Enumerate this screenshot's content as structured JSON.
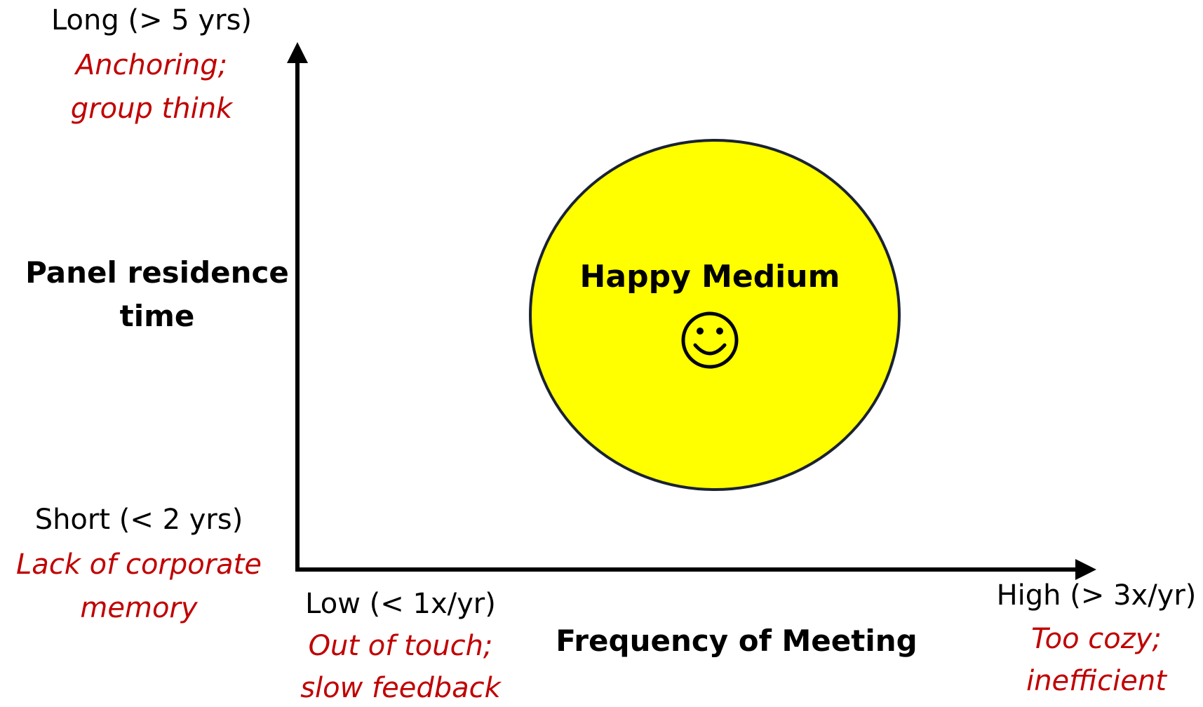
{
  "y_axis": {
    "title_line1": "Panel residence",
    "title_line2": "time",
    "top_label": "Long (> 5 yrs)",
    "top_note_line1": "Anchoring;",
    "top_note_line2": "group think",
    "bottom_label": "Short (< 2 yrs)",
    "bottom_note_line1": "Lack of corporate",
    "bottom_note_line2": "memory"
  },
  "x_axis": {
    "title": "Frequency of Meeting",
    "left_label": "Low (< 1x/yr)",
    "left_note_line1": "Out of touch;",
    "left_note_line2": "slow feedback",
    "right_label": "High (> 3x/yr)",
    "right_note_line1": "Too cozy;",
    "right_note_line2": "inefficient"
  },
  "sweet_spot": {
    "label": "Happy Medium",
    "icon": "smiley-face-icon",
    "fill_color": "#ffff00",
    "outline_color": "#1a2233"
  },
  "colors": {
    "axis": "#000000",
    "note_text": "#c00000",
    "label_text": "#000000"
  }
}
